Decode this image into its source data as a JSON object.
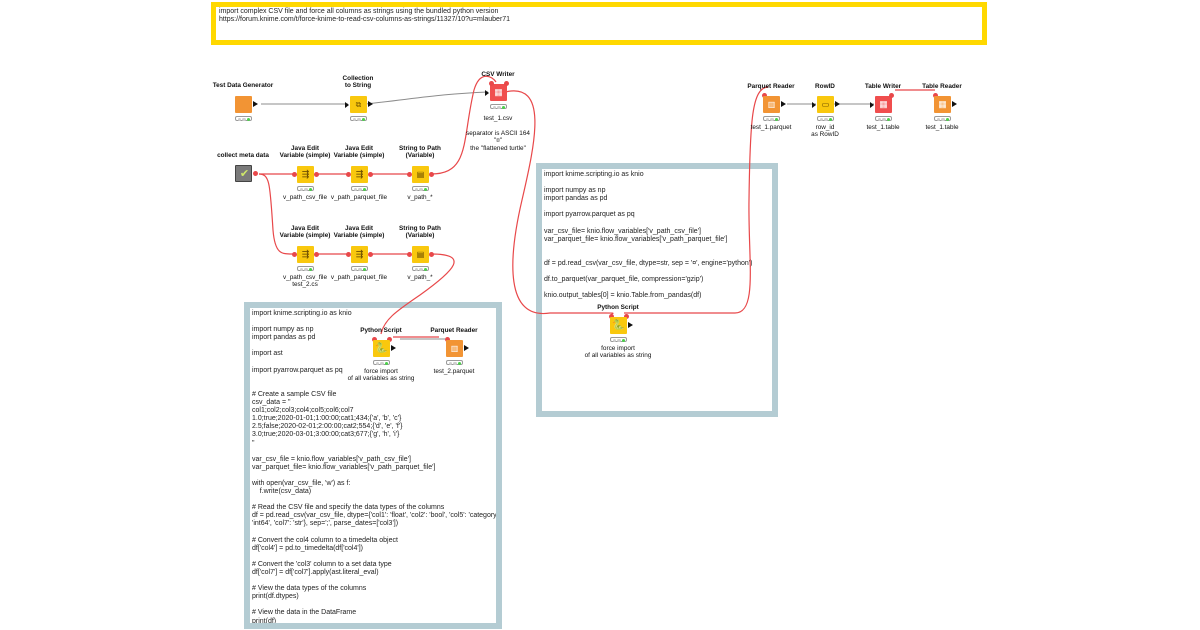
{
  "notes": {
    "header": "import complex CSV file and force all columns as strings using the bundled python version\nhttps://forum.knime.com/t/force-knime-to-read-csv-columns-as-strings/11327/10?u=mlauber71",
    "python_a": "import knime.scripting.io as knio\n\nimport numpy as np\nimport pandas as pd\n\nimport pyarrow.parquet as pq\n\nvar_csv_file= knio.flow_variables['v_path_csv_file']\nvar_parquet_file= knio.flow_variables['v_path_parquet_file']\n\n\ndf = pd.read_csv(var_csv_file, dtype=str, sep = '¤', engine='python')\n\ndf.to_parquet(var_parquet_file, compression='gzip')\n\nknio.output_tables[0] = knio.Table.from_pandas(df)",
    "python_b": "import knime.scripting.io as knio\n\nimport numpy as np\nimport pandas as pd\n\nimport ast\n\nimport pyarrow.parquet as pq\n\n\n# Create a sample CSV file\ncsv_data = \"\ncol1;col2;col3;col4;col5;col6;col7\n1.0;true;2020-01-01;1:00:00;cat1;434;{'a', 'b', 'c'}\n2.5;false;2020-02-01;2:00:00;cat2;554;{'d', 'e', 'f'}\n3.0;true;2020-03-01;3:00:00;cat3;677;{'g', 'h', 'i'}\n\"\n\nvar_csv_file = knio.flow_variables['v_path_csv_file']\nvar_parquet_file= knio.flow_variables['v_path_parquet_file']\n\nwith open(var_csv_file, 'w') as f:\n    f.write(csv_data)\n\n# Read the CSV file and specify the data types of the columns\ndf = pd.read_csv(var_csv_file, dtype={'col1': 'float', 'col2': 'bool', 'col5': 'category', 'col6':\n'int64', 'col7': 'str'}, sep=';', parse_dates=['col3'])\n\n# Convert the col4 column to a timedelta object\ndf['col4'] = pd.to_timedelta(df['col4'])\n\n# Convert the 'col3' column to a set data type\ndf['col7'] = df['col7'].apply(ast.literal_eval)\n\n# View the data types of the columns\nprint(df.dtypes)\n\n# View the data in the DataFrame\nprint(df)\n\ndf.to_parquet(var_parquet_file, compression='gzip')\n\nknio.output_tables[0] = knio.Table.from_pandas(df)"
  },
  "nodes": {
    "test_data_generator": {
      "name": "Test Data Generator",
      "label": ""
    },
    "collection_to_string": {
      "name": "Collection\nto String",
      "label": ""
    },
    "csv_writer": {
      "name": "CSV Writer",
      "label": "test_1.csv\n\nseparator is ASCII 164\n\"¤\"\nthe \"flattened turtle\""
    },
    "collect_meta_data": {
      "name": "collect meta data",
      "label": ""
    },
    "java_edit_1": {
      "name": "Java Edit\nVariable (simple)",
      "label": "v_path_csv_file"
    },
    "java_edit_2": {
      "name": "Java Edit\nVariable (simple)",
      "label": "v_path_parquet_file"
    },
    "string_to_path_1": {
      "name": "String to Path\n(Variable)",
      "label": "v_path_*"
    },
    "java_edit_3": {
      "name": "Java Edit\nVariable (simple)",
      "label": "v_path_csv_file\ntest_2.cs"
    },
    "java_edit_4": {
      "name": "Java Edit\nVariable (simple)",
      "label": "v_path_parquet_file"
    },
    "string_to_path_2": {
      "name": "String to Path\n(Variable)",
      "label": "v_path_*"
    },
    "python_script_b": {
      "name": "Python Script",
      "label": "force import\nof all variables as string"
    },
    "parquet_reader_b": {
      "name": "Parquet Reader",
      "label": "test_2.parquet"
    },
    "python_script_a": {
      "name": "Python Script",
      "label": "force import\nof all variables as string"
    },
    "parquet_reader_a": {
      "name": "Parquet Reader",
      "label": "test_1.parquet"
    },
    "rowid": {
      "name": "RowID",
      "label": "row_id\nas RowID"
    },
    "table_writer": {
      "name": "Table Writer",
      "label": "test_1.table"
    },
    "table_reader": {
      "name": "Table Reader",
      "label": "test_1.table"
    }
  },
  "colors": {
    "annotation_header_border": "#ffd800",
    "annotation_code_border": "#b4ccd3",
    "flow_variable_connection": "#e8484a",
    "data_connection": "#8c8c8c",
    "source_node": "#f29434",
    "manipulator_node": "#f9c80e",
    "sink_node": "#f04e4e"
  }
}
